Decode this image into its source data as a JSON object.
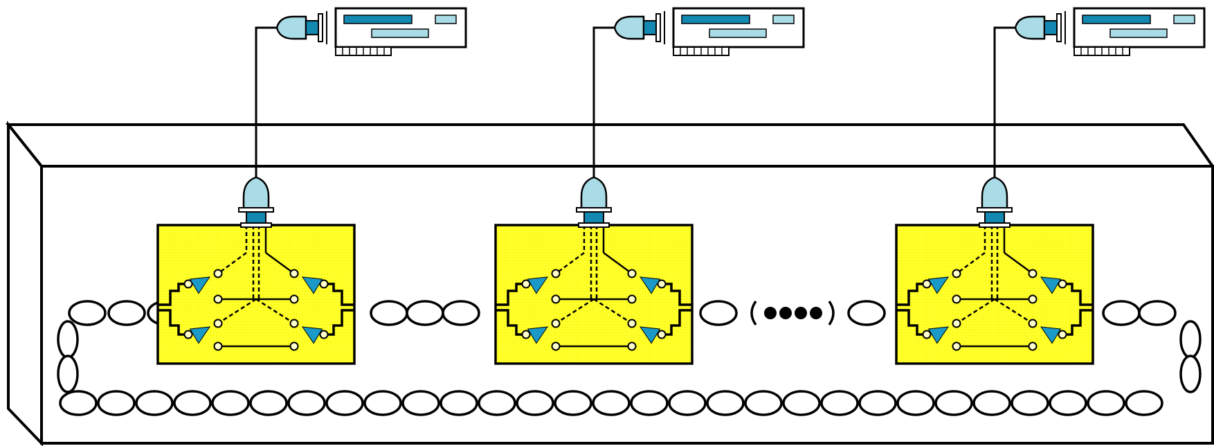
{
  "diagram": {
    "type": "token-ring-concentrator",
    "nodes": [
      {
        "id": "station-1",
        "card_attached": true
      },
      {
        "id": "station-2",
        "card_attached": true
      },
      {
        "id": "station-3",
        "card_attached": true
      }
    ],
    "colors": {
      "enclosure_fill": "#ffffff",
      "stroke": "#000000",
      "module_fill": "#ffff33",
      "connector_fill": "#a9dce6",
      "connector_dark": "#1388b0",
      "card_bar_dark": "#1388b0",
      "card_bar_light": "#a9dce6",
      "arrow": "#1c9ac7",
      "contact_fill": "#ffffcc"
    },
    "icons": {
      "connector": "plug-connector-icon",
      "card": "network-adapter-card-icon",
      "arrow": "signal-direction-arrow-icon",
      "ellipsis": "more-stations-ellipsis-icon"
    }
  }
}
